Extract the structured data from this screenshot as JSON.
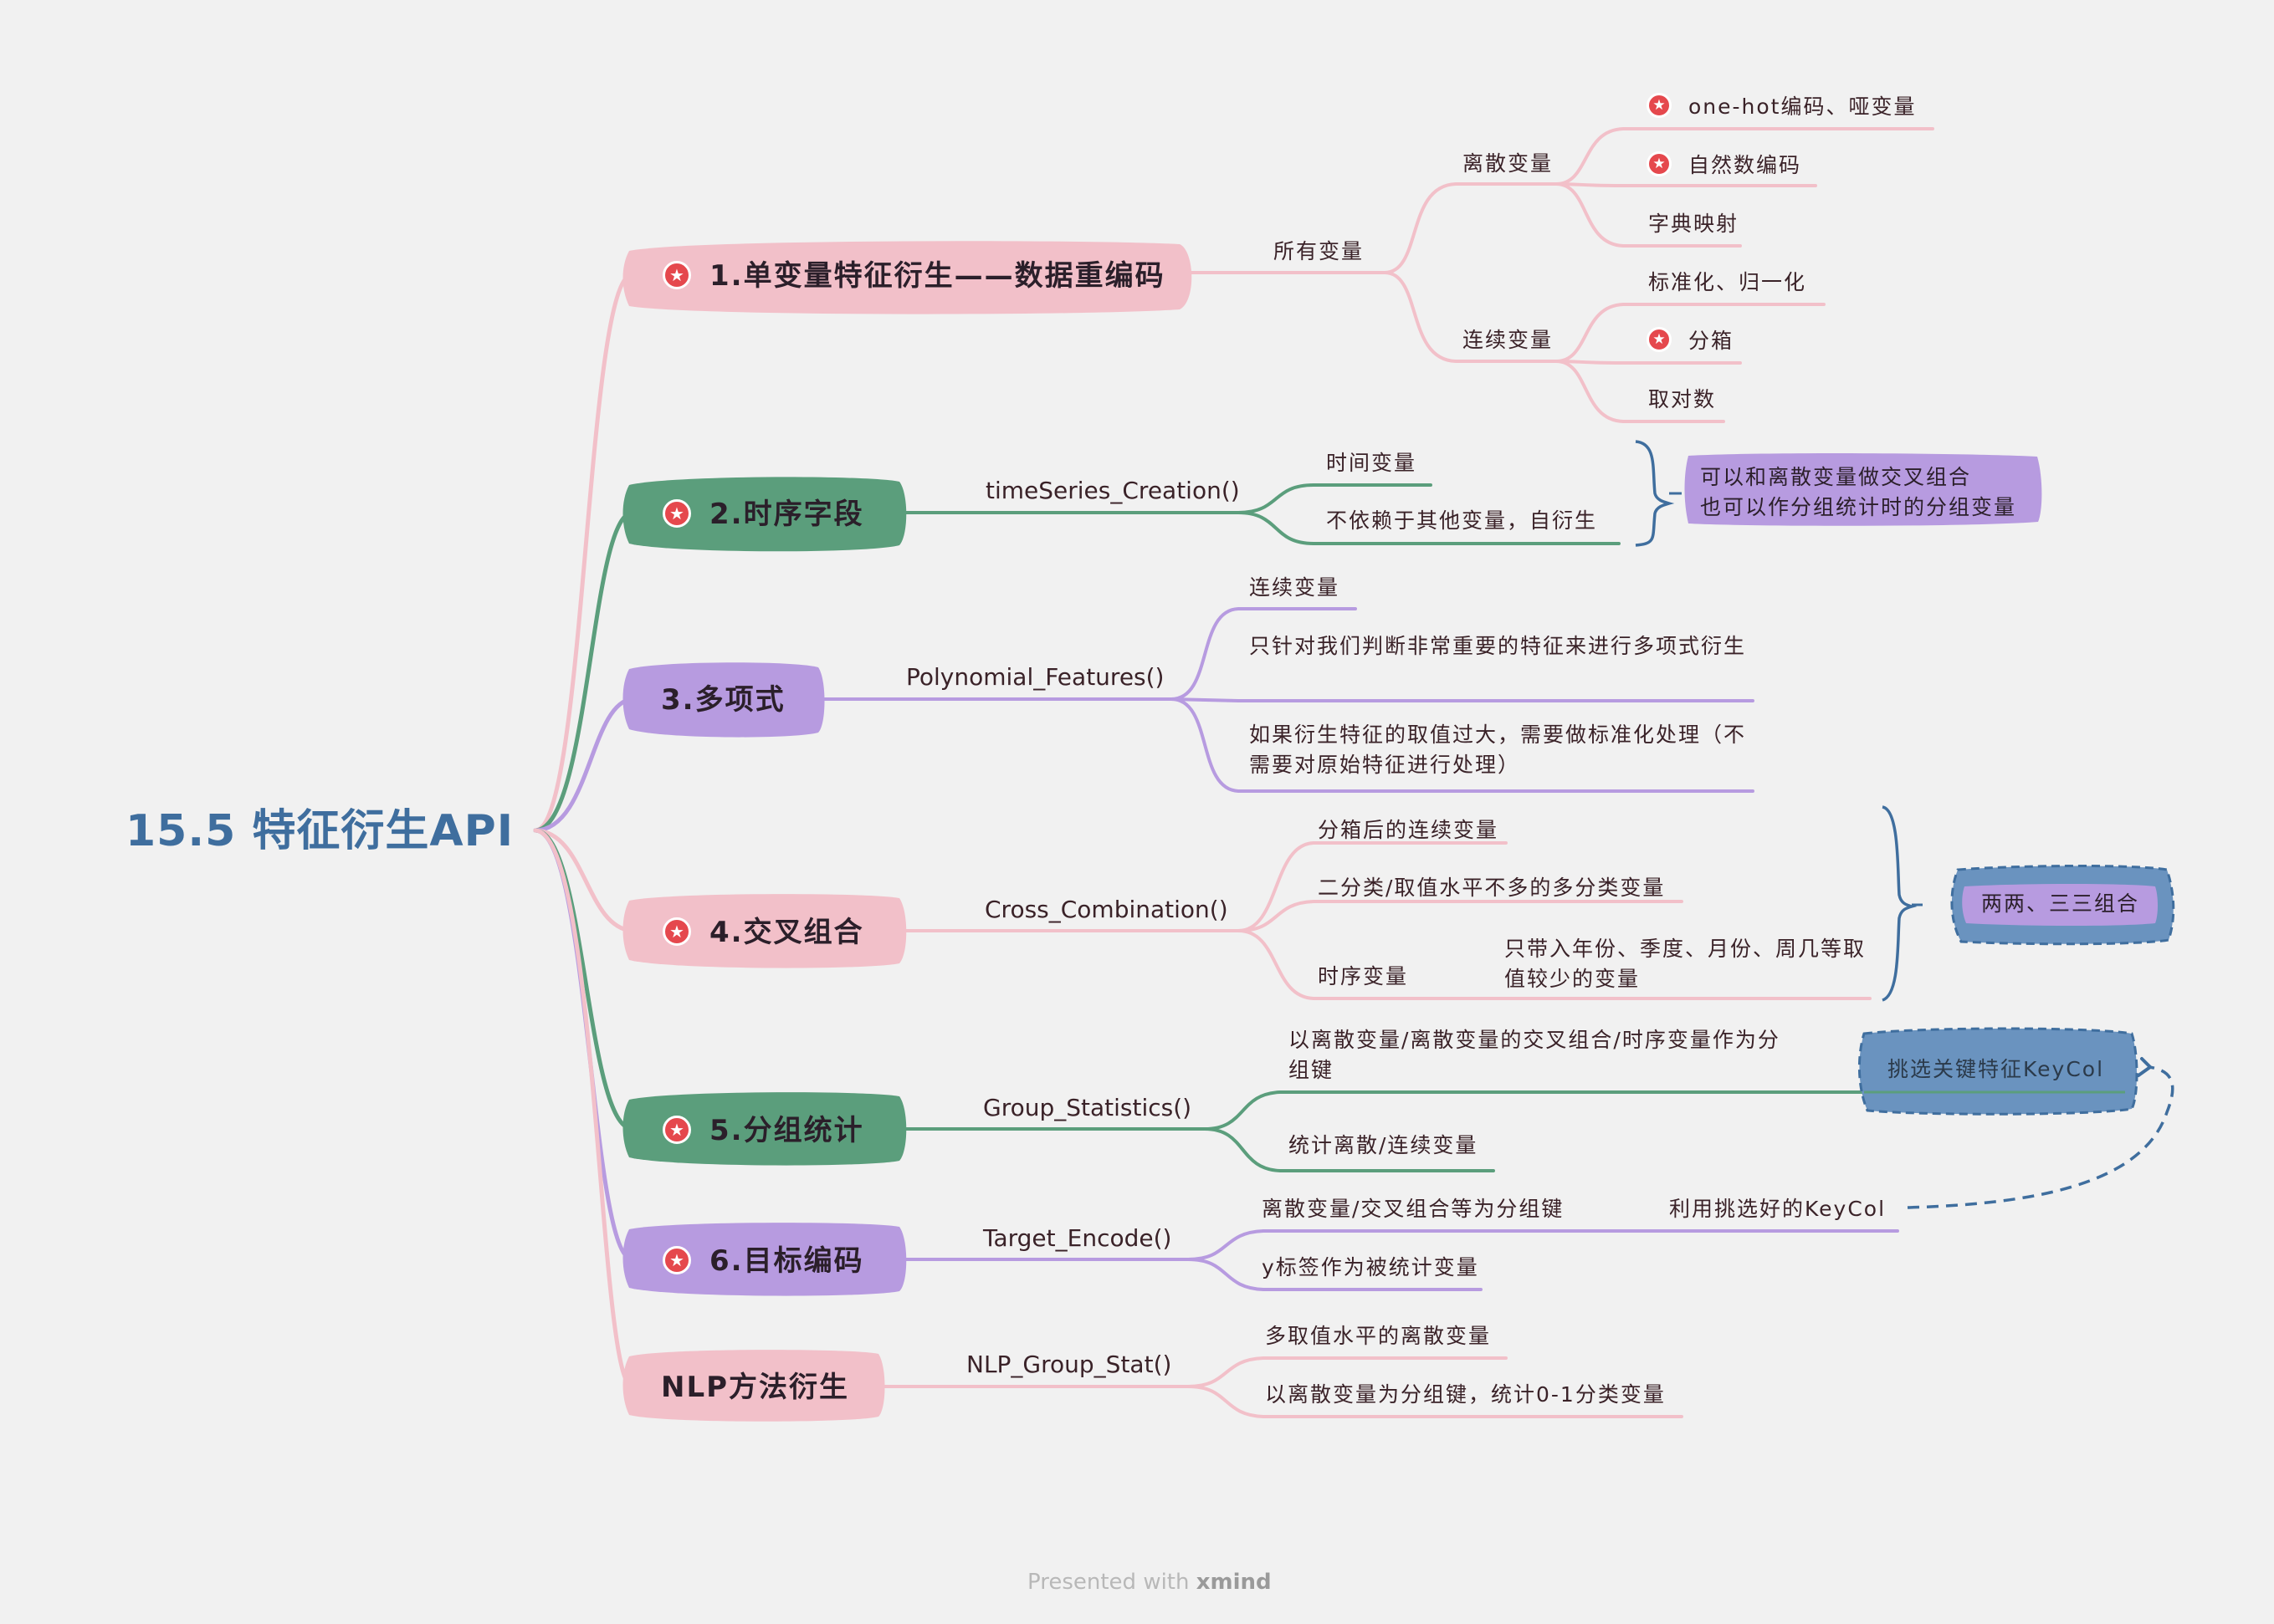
{
  "root": {
    "title": "15.5 特征衍生API"
  },
  "topics": [
    {
      "label": "1.单变量特征衍生——数据重编码",
      "starred": true,
      "color": "#f2c0c9",
      "func": "所有变量",
      "children": [
        {
          "label": "离散变量",
          "children": [
            "one-hot编码、哑变量",
            "自然数编码",
            "字典映射"
          ],
          "starred": [
            true,
            true,
            false
          ]
        },
        {
          "label": "连续变量",
          "children": [
            "标准化、归一化",
            "分箱",
            "取对数"
          ],
          "starred": [
            false,
            true,
            false
          ]
        }
      ]
    },
    {
      "label": "2.时序字段",
      "starred": true,
      "color": "#5b9e7c",
      "func": "timeSeries_Creation()",
      "children": [
        "时间变量",
        "不依赖于其他变量，自衍生"
      ],
      "note": [
        "可以和离散变量做交叉组合",
        "也可以作分组统计时的分组变量"
      ]
    },
    {
      "label": "3.多项式",
      "starred": false,
      "color": "#b79be0",
      "func": "Polynomial_Features()",
      "children": [
        "连续变量",
        "只针对我们判断非常重要的特征来进行多项式衍生",
        "如果衍生特征的取值过大，需要做标准化处理（不需要对原始特征进行处理）"
      ]
    },
    {
      "label": "4.交叉组合",
      "starred": true,
      "color": "#f2c0c9",
      "func": "Cross_Combination()",
      "children": [
        "分箱后的连续变量",
        "二分类/取值水平不多的多分类变量",
        "时序变量"
      ],
      "sub": "只带入年份、季度、月份、周几等取值较少的变量",
      "note": "两两、三三组合"
    },
    {
      "label": "5.分组统计",
      "starred": true,
      "color": "#5b9e7c",
      "func": "Group_Statistics()",
      "children": [
        "以离散变量/离散变量的交叉组合/时序变量作为分组键",
        "统计离散/连续变量"
      ],
      "note": "挑选关键特征KeyCol"
    },
    {
      "label": "6.目标编码",
      "starred": true,
      "color": "#b79be0",
      "func": "Target_Encode()",
      "children": [
        "离散变量/交叉组合等为分组键",
        "y标签作为被统计变量"
      ],
      "sub": "利用挑选好的KeyCol"
    },
    {
      "label": "NLP方法衍生",
      "starred": false,
      "color": "#f2c0c9",
      "func": "NLP_Group_Stat()",
      "children": [
        "多取值水平的离散变量",
        "以离散变量为分组键，统计0-1分类变量"
      ]
    }
  ],
  "footer": {
    "prefix": "Presented with",
    "brand": "xmind"
  },
  "colors": {
    "pink": "#f2c0c9",
    "green": "#5b9e7c",
    "purple": "#b79be0",
    "blue": "#6a93bf",
    "root": "#3f6e9e",
    "star": "#e5484d"
  }
}
